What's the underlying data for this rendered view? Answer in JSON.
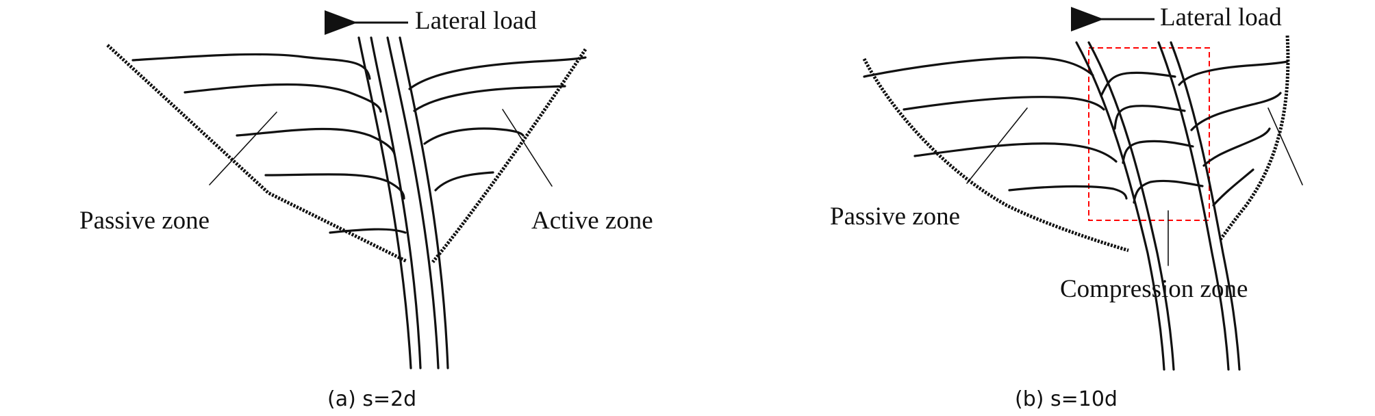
{
  "panels": [
    {
      "id": "a",
      "load_label": "Lateral load",
      "passive_label": "Passive zone",
      "active_label": "Active zone",
      "caption": "(a) s=2d"
    },
    {
      "id": "b",
      "load_label": "Lateral load",
      "passive_label": "Passive zone",
      "compression_label": "Compression zone",
      "caption": "(b) s=10d"
    }
  ],
  "colors": {
    "ink": "#111111",
    "compression_box": "#ff0000",
    "background": "#ffffff"
  }
}
